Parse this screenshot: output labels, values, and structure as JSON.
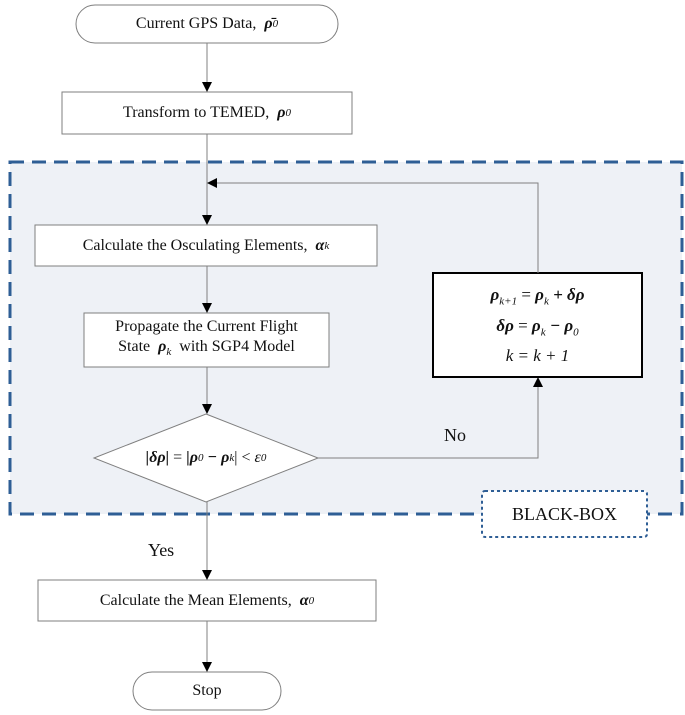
{
  "diagram": {
    "start": {
      "text": "Current GPS Data,",
      "symbol": "ρ̄",
      "sub": "0"
    },
    "transform": {
      "text": "Transform to TEMED,",
      "symbol": "ρ",
      "sub": "0"
    },
    "osculating": {
      "text": "Calculate the Osculating Elements,",
      "symbol": "α",
      "sub": "k"
    },
    "propagate": {
      "line1": "Propagate the Current Flight",
      "line2_prefix": "State",
      "symbol": "ρ",
      "sub": "k",
      "line2_suffix": "with SGP4 Model"
    },
    "condition": {
      "lhs": "|δρ|",
      "eq": "=",
      "mid_open": "|ρ",
      "mid_sub0": "0",
      "minus": "− ρ",
      "mid_subk": "k",
      "mid_close": "|",
      "lt": "<",
      "rhs": "ε",
      "rhs_sub": "0"
    },
    "update": {
      "line1": {
        "lhs": "ρ",
        "lhs_sub": "k+1",
        "eq": "=",
        "a": "ρ",
        "a_sub": "k",
        "plus": "+ δρ"
      },
      "line2": {
        "lhs": "δρ",
        "eq": "=",
        "a": "ρ",
        "a_sub": "k",
        "minus": "− ρ",
        "b_sub": "0"
      },
      "line3": "k = k + 1"
    },
    "mean": {
      "text": "Calculate the Mean Elements,",
      "symbol": "α",
      "sub": "0"
    },
    "stop": "Stop",
    "yes_label": "Yes",
    "no_label": "No",
    "blackbox_label": "BLACK-BOX"
  },
  "colors": {
    "blackbox_border": "#2e5e95",
    "blackbox_fill": "#eef1f6",
    "box_border": "#7f7f7f",
    "line": "#808080",
    "arrow": "#000000"
  }
}
